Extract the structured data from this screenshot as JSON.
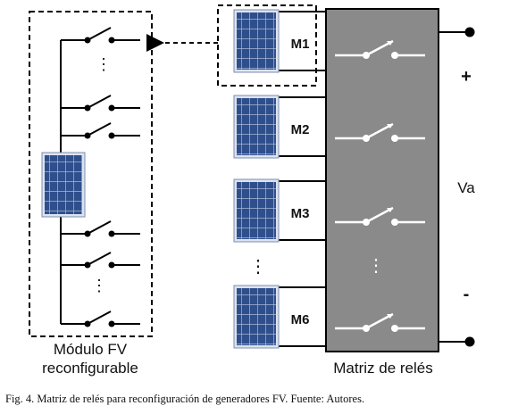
{
  "diagram": {
    "left_module_label_line1": "Módulo FV",
    "left_module_label_line2": "reconfigurable",
    "matrix_label": "Matriz de relés",
    "modules": [
      "M1",
      "M2",
      "M3",
      "M6"
    ],
    "voltage_label": "Va",
    "plus_sign": "+",
    "minus_sign": "-",
    "ellipsis": "⋮",
    "caption": "Fig.  4.  Matriz de relés para reconfiguración de generadores FV. Fuente: Autores.",
    "colors": {
      "matrix_fill": "#8a8a8a",
      "panel_cell": "#2f4f8c",
      "panel_grid": "#a8b7d6",
      "line": "#000000"
    }
  }
}
